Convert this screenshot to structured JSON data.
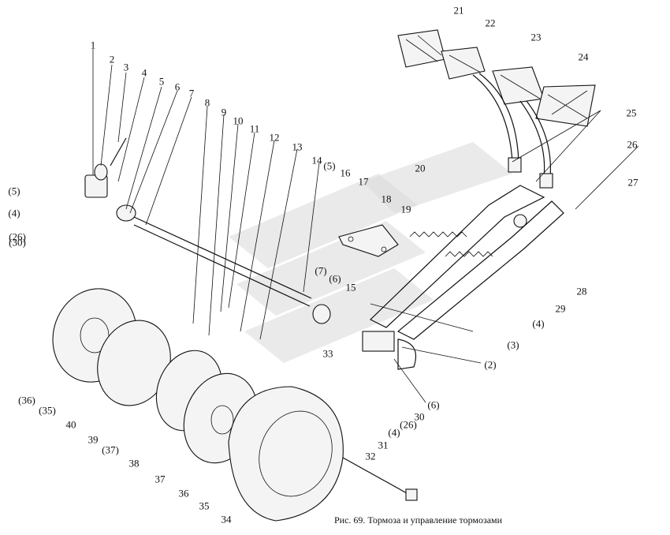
{
  "caption": "Рис. 69. Тормоза и управление тормозами",
  "labels": [
    "1",
    "2",
    "3",
    "4",
    "5",
    "6",
    "7",
    "8",
    "9",
    "10",
    "11",
    "12",
    "13",
    "14",
    "(5)",
    "16",
    "17",
    "18",
    "19",
    "20",
    "21",
    "22",
    "23",
    "24",
    "25",
    "26",
    "27",
    "28",
    "29",
    "(4)",
    "(3)",
    "(2)",
    "(6)",
    "30",
    "(26)",
    "(4)",
    "31",
    "32",
    "33",
    "15",
    "(6)",
    "(7)",
    "(5)",
    "(4)",
    "(26)",
    "(30)",
    "(36)",
    "(35)",
    "40",
    "39",
    "(37)",
    "38",
    "37",
    "36",
    "35",
    "34"
  ]
}
